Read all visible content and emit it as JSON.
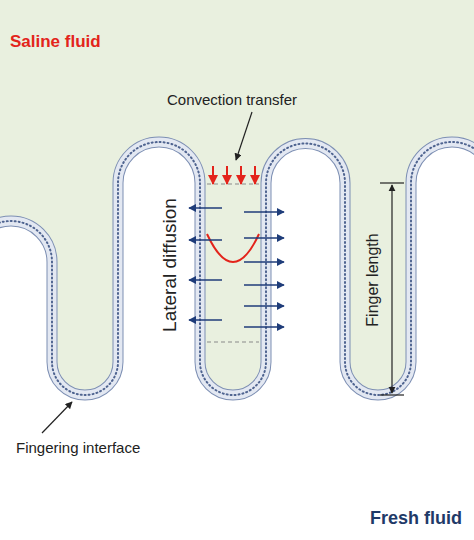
{
  "diagram": {
    "labels": [
      "Saline fluid",
      "Convection transfer",
      "Lateral diffusion",
      "Finger length",
      "Fingering interface",
      "Fresh fluid"
    ]
  }
}
